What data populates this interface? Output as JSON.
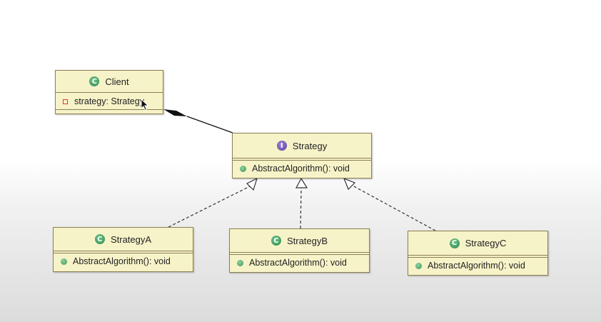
{
  "client": {
    "name": "Client",
    "field": "strategy: Strategy",
    "icon": "class-icon"
  },
  "strategy": {
    "name": "Strategy",
    "method": "AbstractAlgorithm(): void",
    "icon": "interface-icon"
  },
  "strategy_a": {
    "name": "StrategyA",
    "method": "AbstractAlgorithm(): void",
    "icon": "class-icon"
  },
  "strategy_b": {
    "name": "StrategyB",
    "method": "AbstractAlgorithm(): void",
    "icon": "class-icon"
  },
  "strategy_c": {
    "name": "StrategyC",
    "method": "AbstractAlgorithm(): void",
    "icon": "class-icon"
  },
  "badges": {
    "class_letter": "C",
    "interface_letter": "I"
  },
  "colors": {
    "class_fill": "#f7f3c8",
    "class_border": "#8a7f52",
    "class_badge": "#2f8a4f",
    "interface_badge": "#5b3fa1",
    "private_marker": "#d43a3a"
  }
}
